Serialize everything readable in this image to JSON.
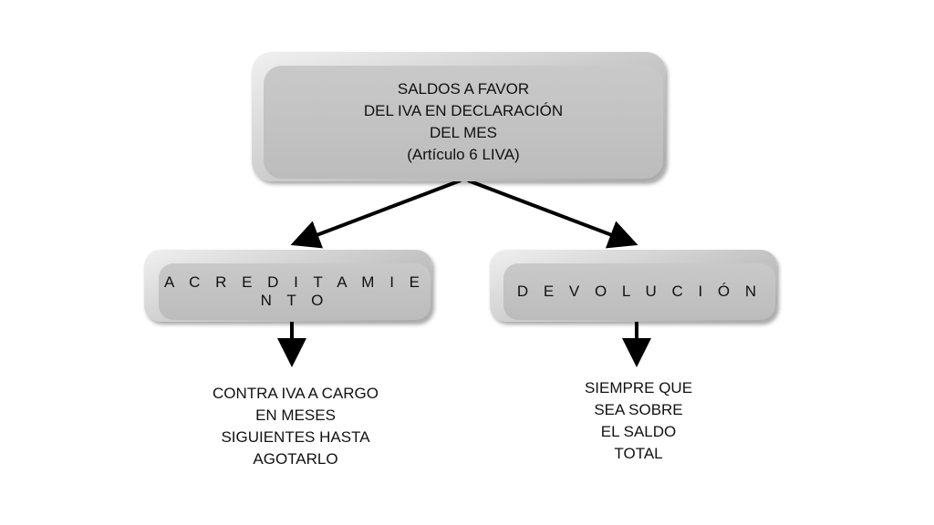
{
  "main_node": {
    "lines": [
      "SALDOS A FAVOR",
      "DEL IVA EN DECLARACIÓN",
      "DEL MES",
      "(Artículo 6 LIVA)"
    ]
  },
  "branches": [
    {
      "label": "A C R E D I T A M I E N T O",
      "note_lines": [
        "CONTRA IVA A CARGO",
        "EN MESES",
        "SIGUIENTES HASTA",
        "AGOTARLO"
      ]
    },
    {
      "label": "D E V O L U C I Ó N",
      "note_lines": [
        "SIEMPRE QUE",
        "SEA SOBRE",
        "EL SALDO",
        "TOTAL"
      ]
    }
  ]
}
